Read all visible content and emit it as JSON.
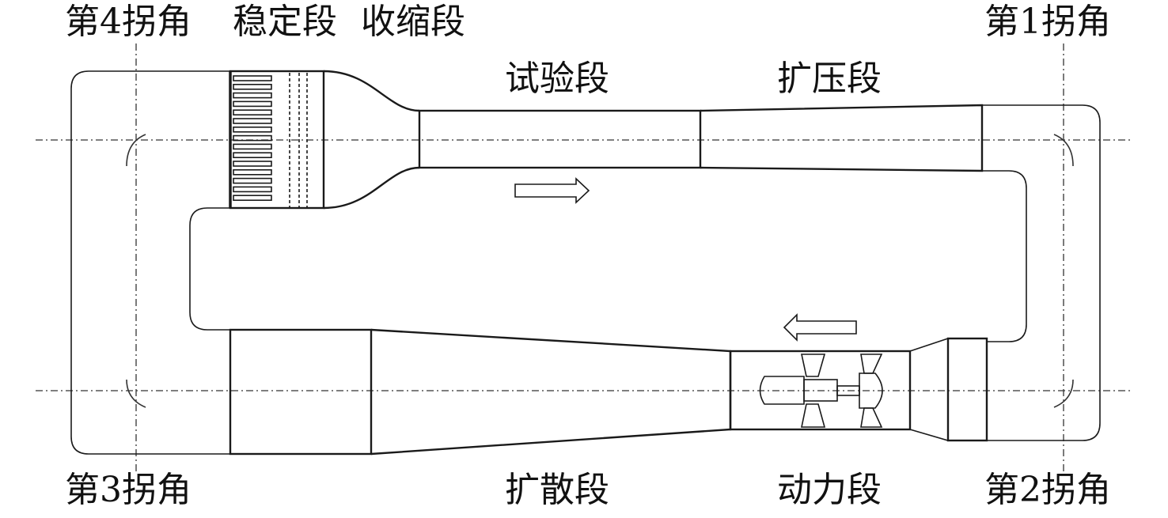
{
  "labels": {
    "corner4": "第4拐角",
    "settling": "稳定段",
    "contraction": "收缩段",
    "corner1": "第1拐角",
    "test_section": "试验段",
    "first_diffuser": "扩压段",
    "corner3": "第3拐角",
    "second_diffuser": "扩散段",
    "power_section": "动力段",
    "corner2": "第2拐角"
  }
}
